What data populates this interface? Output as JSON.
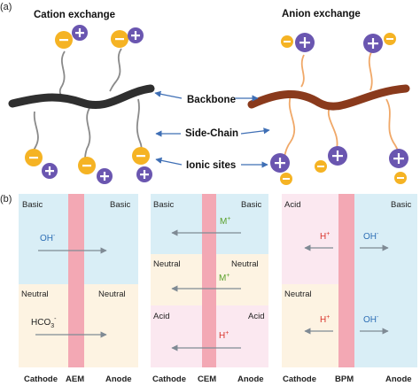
{
  "panel_a": {
    "letter": "(a)",
    "cation_title": "Cation exchange",
    "anion_title": "Anion exchange",
    "labels": [
      "Backbone",
      "Side-Chain",
      "Ionic sites"
    ],
    "minus": "−",
    "plus": "+"
  },
  "panel_b": {
    "letter": "(b)",
    "aem": {
      "top_left": "Basic",
      "top_right": "Basic",
      "ion_top": "OH",
      "ion_top_sup": "-",
      "mid_left": "Neutral",
      "mid_right": "Neutral",
      "ion_bottom": "HCO",
      "ion_bottom_sub": "3",
      "ion_bottom_sup": "-",
      "x_left": "Cathode",
      "x_mid": "AEM",
      "x_right": "Anode"
    },
    "cem": {
      "top_left": "Basic",
      "top_right": "Basic",
      "mid_left": "Neutral",
      "mid_right": "Neutral",
      "bot_left": "Acid",
      "bot_right": "Acid",
      "ion_1": "M",
      "ion_1_sup": "+",
      "ion_2": "M",
      "ion_2_sup": "+",
      "ion_3": "H",
      "ion_3_sup": "+",
      "x_left": "Cathode",
      "x_mid": "CEM",
      "x_right": "Anode"
    },
    "bpm": {
      "top_left": "Acid",
      "top_right": "Basic",
      "mid_left": "Neutral",
      "ion_h1": "H",
      "ion_h1_sup": "+",
      "ion_oh1": "OH",
      "ion_oh1_sup": "-",
      "ion_h2": "H",
      "ion_h2_sup": "+",
      "ion_oh2": "OH",
      "ion_oh2_sup": "-",
      "x_left": "Cathode",
      "x_mid": "BPM",
      "x_right": "Anode"
    }
  },
  "colors": {
    "cation_backbone": "#2f2f2f",
    "anion_backbone": "#8a3a1c",
    "cation_sidechain": "#8a8a8a",
    "anion_sidechain": "#f0a868",
    "minus_ion": "#f5b324",
    "plus_ion": "#6a56b0",
    "arrow_blue": "#3f6fb5",
    "basic_bg": "#d9eef6",
    "neutral_bg": "#fdf3e2",
    "acid_bg": "#fbe8f0",
    "membrane": "#f3a8b4",
    "green_ion": "#5aa02c",
    "red_ion": "#d9342b",
    "blue_ion": "#2e6fb5"
  }
}
